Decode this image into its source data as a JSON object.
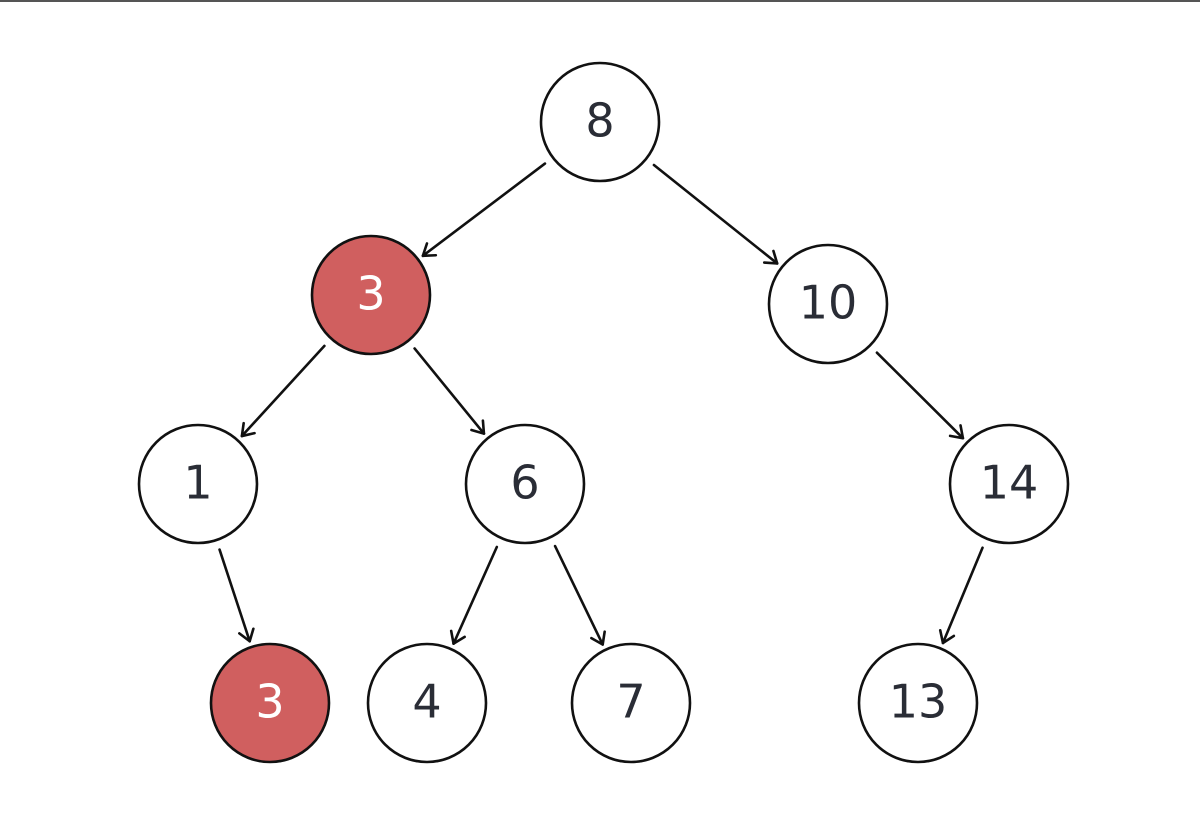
{
  "diagram": {
    "colors": {
      "stroke": "#111111",
      "node_fill": "#ffffff",
      "highlight_fill": "#d05f5f",
      "label": "#2a2d36",
      "highlight_label": "#ffffff"
    },
    "nodes": [
      {
        "id": "n8",
        "label": "8",
        "highlighted": false
      },
      {
        "id": "n3a",
        "label": "3",
        "highlighted": true
      },
      {
        "id": "n10",
        "label": "10",
        "highlighted": false
      },
      {
        "id": "n1",
        "label": "1",
        "highlighted": false
      },
      {
        "id": "n6",
        "label": "6",
        "highlighted": false
      },
      {
        "id": "n14",
        "label": "14",
        "highlighted": false
      },
      {
        "id": "n3b",
        "label": "3",
        "highlighted": true
      },
      {
        "id": "n4",
        "label": "4",
        "highlighted": false
      },
      {
        "id": "n7",
        "label": "7",
        "highlighted": false
      },
      {
        "id": "n13",
        "label": "13",
        "highlighted": false
      }
    ],
    "edges": [
      {
        "from": "n8",
        "to": "n3a"
      },
      {
        "from": "n8",
        "to": "n10"
      },
      {
        "from": "n3a",
        "to": "n1"
      },
      {
        "from": "n3a",
        "to": "n6"
      },
      {
        "from": "n10",
        "to": "n14"
      },
      {
        "from": "n1",
        "to": "n3b"
      },
      {
        "from": "n6",
        "to": "n4"
      },
      {
        "from": "n6",
        "to": "n7"
      },
      {
        "from": "n14",
        "to": "n13"
      }
    ]
  }
}
